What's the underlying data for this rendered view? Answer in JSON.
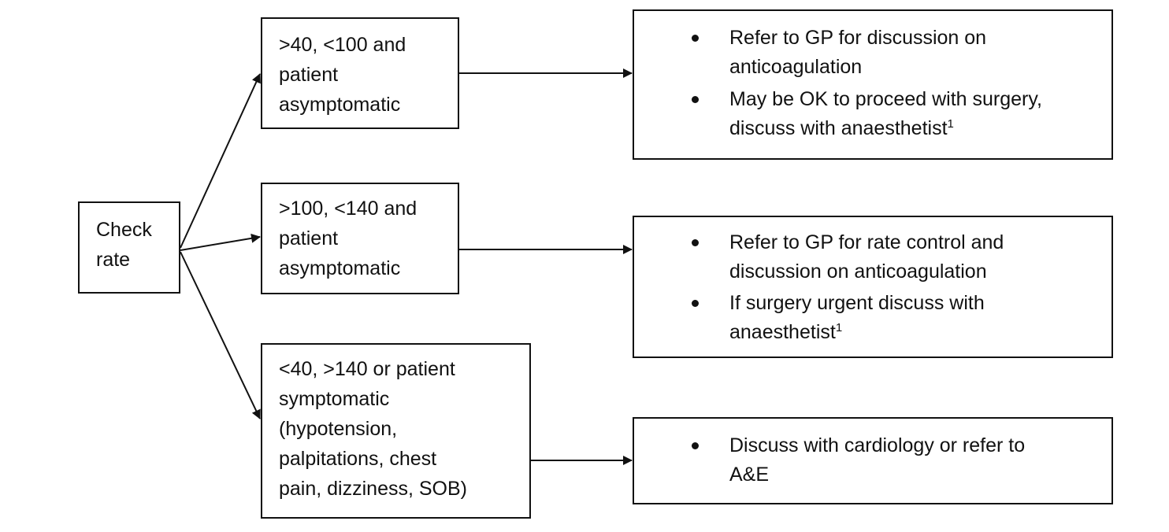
{
  "start": {
    "lines": [
      "Check",
      "rate"
    ]
  },
  "conditions": [
    {
      "lines": [
        ">40, <100 and",
        "patient",
        "asymptomatic"
      ]
    },
    {
      "lines": [
        ">100, <140 and",
        "patient",
        "asymptomatic"
      ]
    },
    {
      "lines": [
        "<40, >140 or patient",
        "symptomatic",
        "(hypotension,",
        "palpitations, chest",
        "pain, dizziness, SOB)"
      ]
    }
  ],
  "actions": [
    {
      "bullets": [
        {
          "lines": [
            "Refer to GP for discussion on",
            "anticoagulation"
          ],
          "sup": ""
        },
        {
          "lines": [
            "May be OK to proceed with surgery,",
            "discuss with anaesthetist"
          ],
          "sup": "1"
        }
      ]
    },
    {
      "bullets": [
        {
          "lines": [
            "Refer to GP for rate control and",
            "discussion on anticoagulation"
          ],
          "sup": ""
        },
        {
          "lines": [
            "If surgery urgent discuss with",
            "anaesthetist"
          ],
          "sup": "1"
        }
      ]
    },
    {
      "bullets": [
        {
          "lines": [
            "Discuss with cardiology or refer to",
            "A&E"
          ],
          "sup": ""
        }
      ]
    }
  ]
}
